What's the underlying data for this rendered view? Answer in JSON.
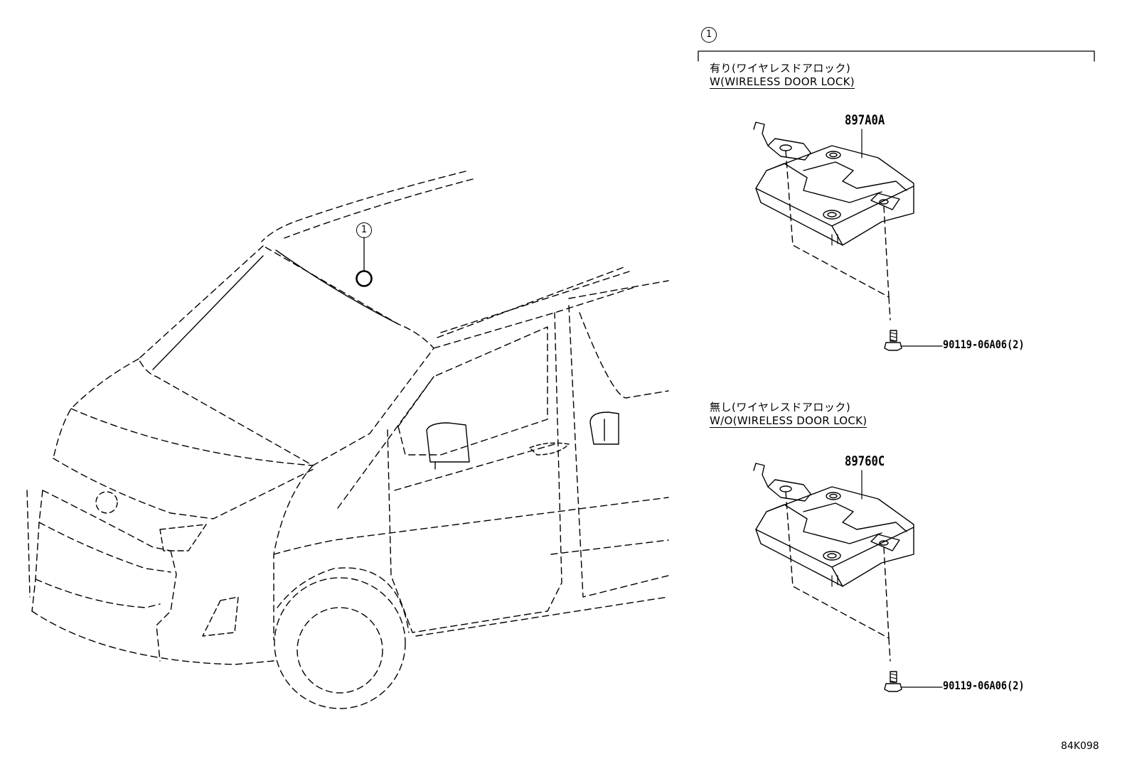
{
  "callout": {
    "number": "1"
  },
  "group_with": {
    "label_jp": "有り(ワイヤレスドアロック)",
    "label_en": "W(WIRELESS DOOR LOCK)",
    "part_number": "897A0A",
    "bolt_part": "90119-06A06(2)"
  },
  "group_without": {
    "label_jp": "無し(ワイヤレスドアロック)",
    "label_en": "W/O(WIRELESS DOOR LOCK)",
    "part_number": "89760C",
    "bolt_part": "90119-06A06(2)"
  },
  "drawing_ref": "84K098",
  "icons": [
    "callout-circle-icon",
    "location-marker-icon",
    "receiver-module-icon",
    "flange-bolt-icon",
    "van-body-icon"
  ]
}
